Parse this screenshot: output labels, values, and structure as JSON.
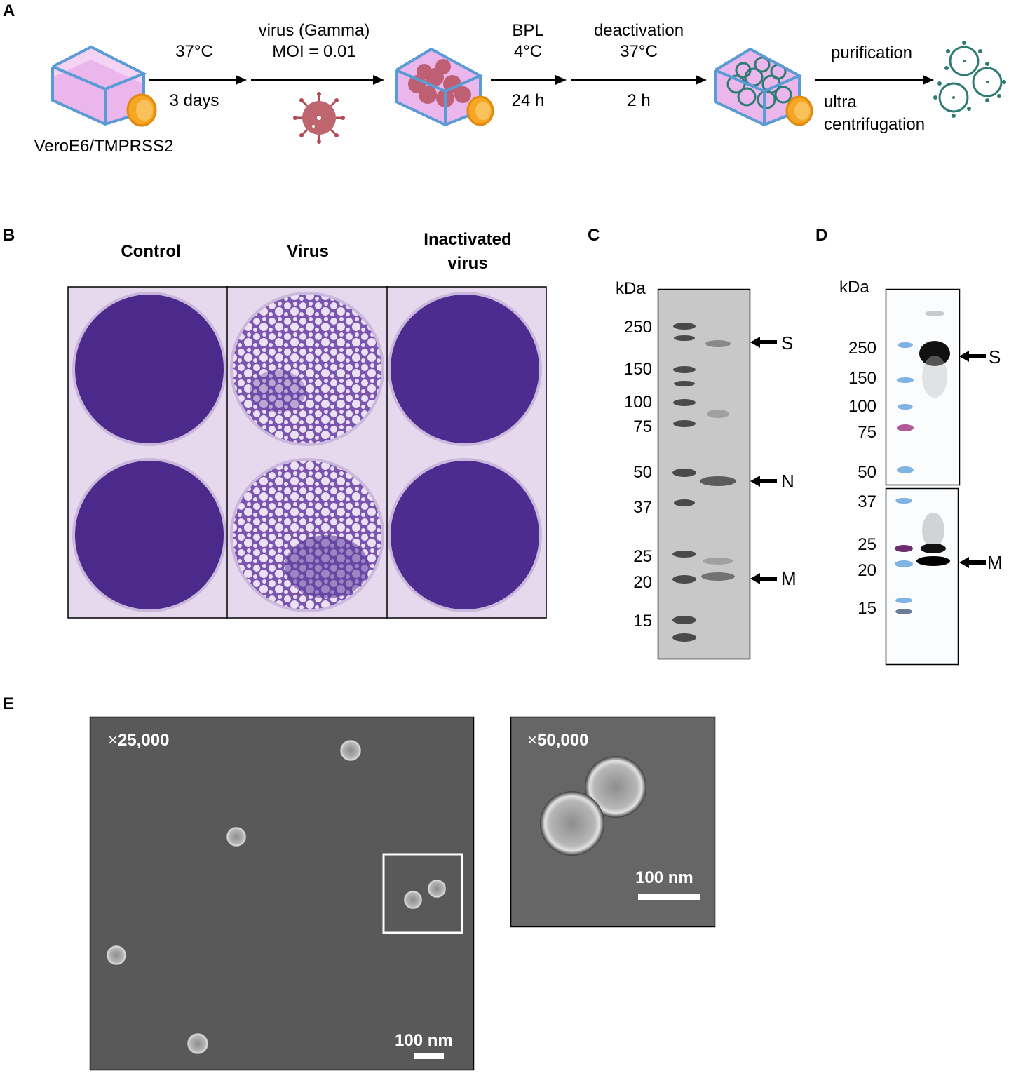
{
  "panels": {
    "A": "A",
    "B": "B",
    "C": "C",
    "D": "D",
    "E": "E"
  },
  "panelA": {
    "cell_line": "VeroE6/TMPRSS2",
    "step1_top": "37°C",
    "step1_bottom": "3 days",
    "step2_top_line1": "virus (Gamma)",
    "step2_top_line2": "MOI = 0.01",
    "step3_top_line1": "BPL",
    "step3_top_line2": "4°C",
    "step3_bottom": "24 h",
    "step4_top_line1": "deactivation",
    "step4_top_line2": "37°C",
    "step4_bottom": "2 h",
    "step5_top": "purification",
    "step5_bottom_line1": "ultra",
    "step5_bottom_line2": "centrifugation",
    "colors": {
      "flask": "#5b9bd5",
      "medium": "#f2c6f2",
      "cap": "#f6a623",
      "virus_red": "#b44a55",
      "virus_teal": "#2e7b74"
    }
  },
  "panelB": {
    "col1": "Control",
    "col2": "Virus",
    "col3_line1": "Inactivated",
    "col3_line2": "virus",
    "colors": {
      "stain": "#4b2a8c",
      "plate": "#e9dcef"
    }
  },
  "panelC": {
    "unit": "kDa",
    "markers": [
      "250",
      "150",
      "100",
      "75",
      "50",
      "37",
      "25",
      "20",
      "15"
    ],
    "bands": [
      "S",
      "N",
      "M"
    ]
  },
  "panelD": {
    "unit": "kDa",
    "markers_top": [
      "250",
      "150",
      "100",
      "75",
      "50"
    ],
    "markers_bottom": [
      "37",
      "25",
      "20",
      "15"
    ],
    "bands": [
      "S",
      "M"
    ]
  },
  "panelE": {
    "mag1": "25,000",
    "mag2": "50,000",
    "scale1": "100 nm",
    "scale2": "100 nm",
    "times_symbol": "×"
  }
}
